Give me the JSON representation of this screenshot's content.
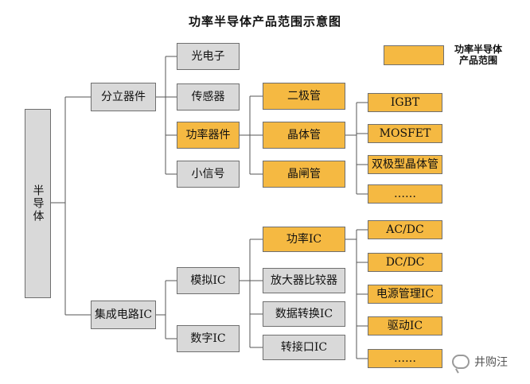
{
  "title": "功率半导体产品范围示意图",
  "legend": {
    "label": "功率半导体产品范围",
    "color": "#f5b942"
  },
  "nodes": {
    "root": "半导体",
    "discrete": "分立器件",
    "ic": "集成电路IC",
    "optoelectronics": "光电子",
    "sensors": "传感器",
    "power_devices": "功率器件",
    "small_signal": "小信号",
    "diode": "二极管",
    "transistor": "晶体管",
    "thyristor": "晶闸管",
    "igbt": "IGBT",
    "mosfet": "MOSFET",
    "bjt": "双极型晶体管",
    "transistor_more": "……",
    "analog_ic": "模拟IC",
    "digital_ic": "数字IC",
    "power_ic": "功率IC",
    "amp_comp": "放大器比较器",
    "data_conv": "数据转换IC",
    "interface_ic": "转接口IC",
    "acdc": "AC/DC",
    "dcdc": "DC/DC",
    "pmic": "电源管理IC",
    "driver_ic": "驱动IC",
    "power_ic_more": "……"
  },
  "watermark": {
    "text": "井购汪",
    "icon": "wechat-icon"
  }
}
